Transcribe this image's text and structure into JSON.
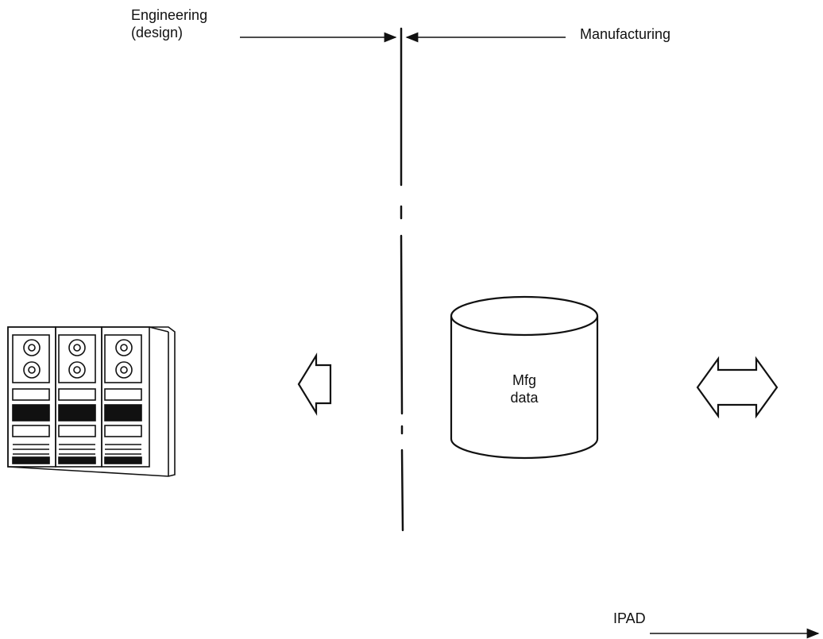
{
  "labels": {
    "engineering_line1": "Engineering",
    "engineering_line2": "(design)",
    "manufacturing": "Manufacturing",
    "database_line1": "Mfg",
    "database_line2": "data",
    "ipad": "IPAD"
  },
  "colors": {
    "ink": "#111111",
    "paper": "#ffffff"
  },
  "icons": {
    "computer": "mainframe-tape-drives-icon",
    "database": "database-cylinder-icon",
    "left_arrow": "hollow-left-arrow-icon",
    "double_arrow": "hollow-double-arrow-icon"
  }
}
